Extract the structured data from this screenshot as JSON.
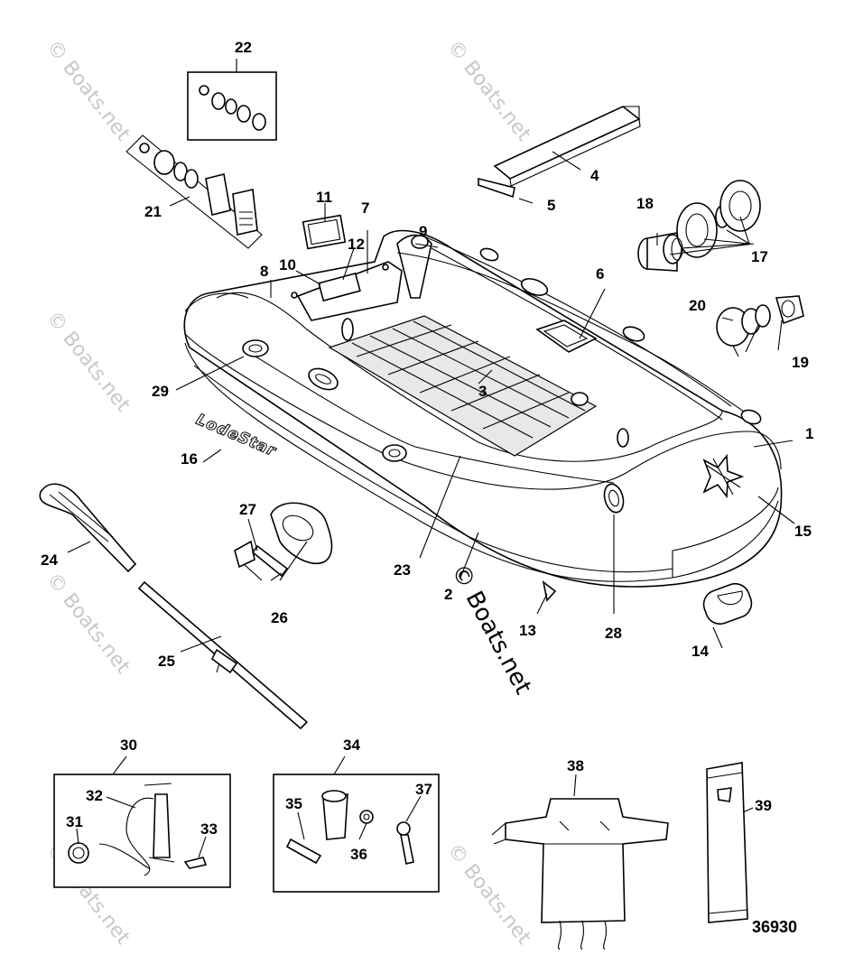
{
  "watermark": "© Boats.net",
  "brand_label": "LodeStar",
  "diagram_ref": "36930",
  "callouts": {
    "c1": "1",
    "c2": "2",
    "c3": "3",
    "c4": "4",
    "c5": "5",
    "c6": "6",
    "c7": "7",
    "c8": "8",
    "c9": "9",
    "c10": "10",
    "c11": "11",
    "c12": "12",
    "c13": "13",
    "c14": "14",
    "c15": "15",
    "c16": "16",
    "c17": "17",
    "c18": "18",
    "c19": "19",
    "c20": "20",
    "c21": "21",
    "c22": "22",
    "c23": "23",
    "c24": "24",
    "c25": "25",
    "c26": "26",
    "c27": "27",
    "c28": "28",
    "c29": "29",
    "c30": "30",
    "c31": "31",
    "c32": "32",
    "c33": "33",
    "c34": "34",
    "c35": "35",
    "c36": "36",
    "c37": "37",
    "c38": "38",
    "c39": "39"
  }
}
